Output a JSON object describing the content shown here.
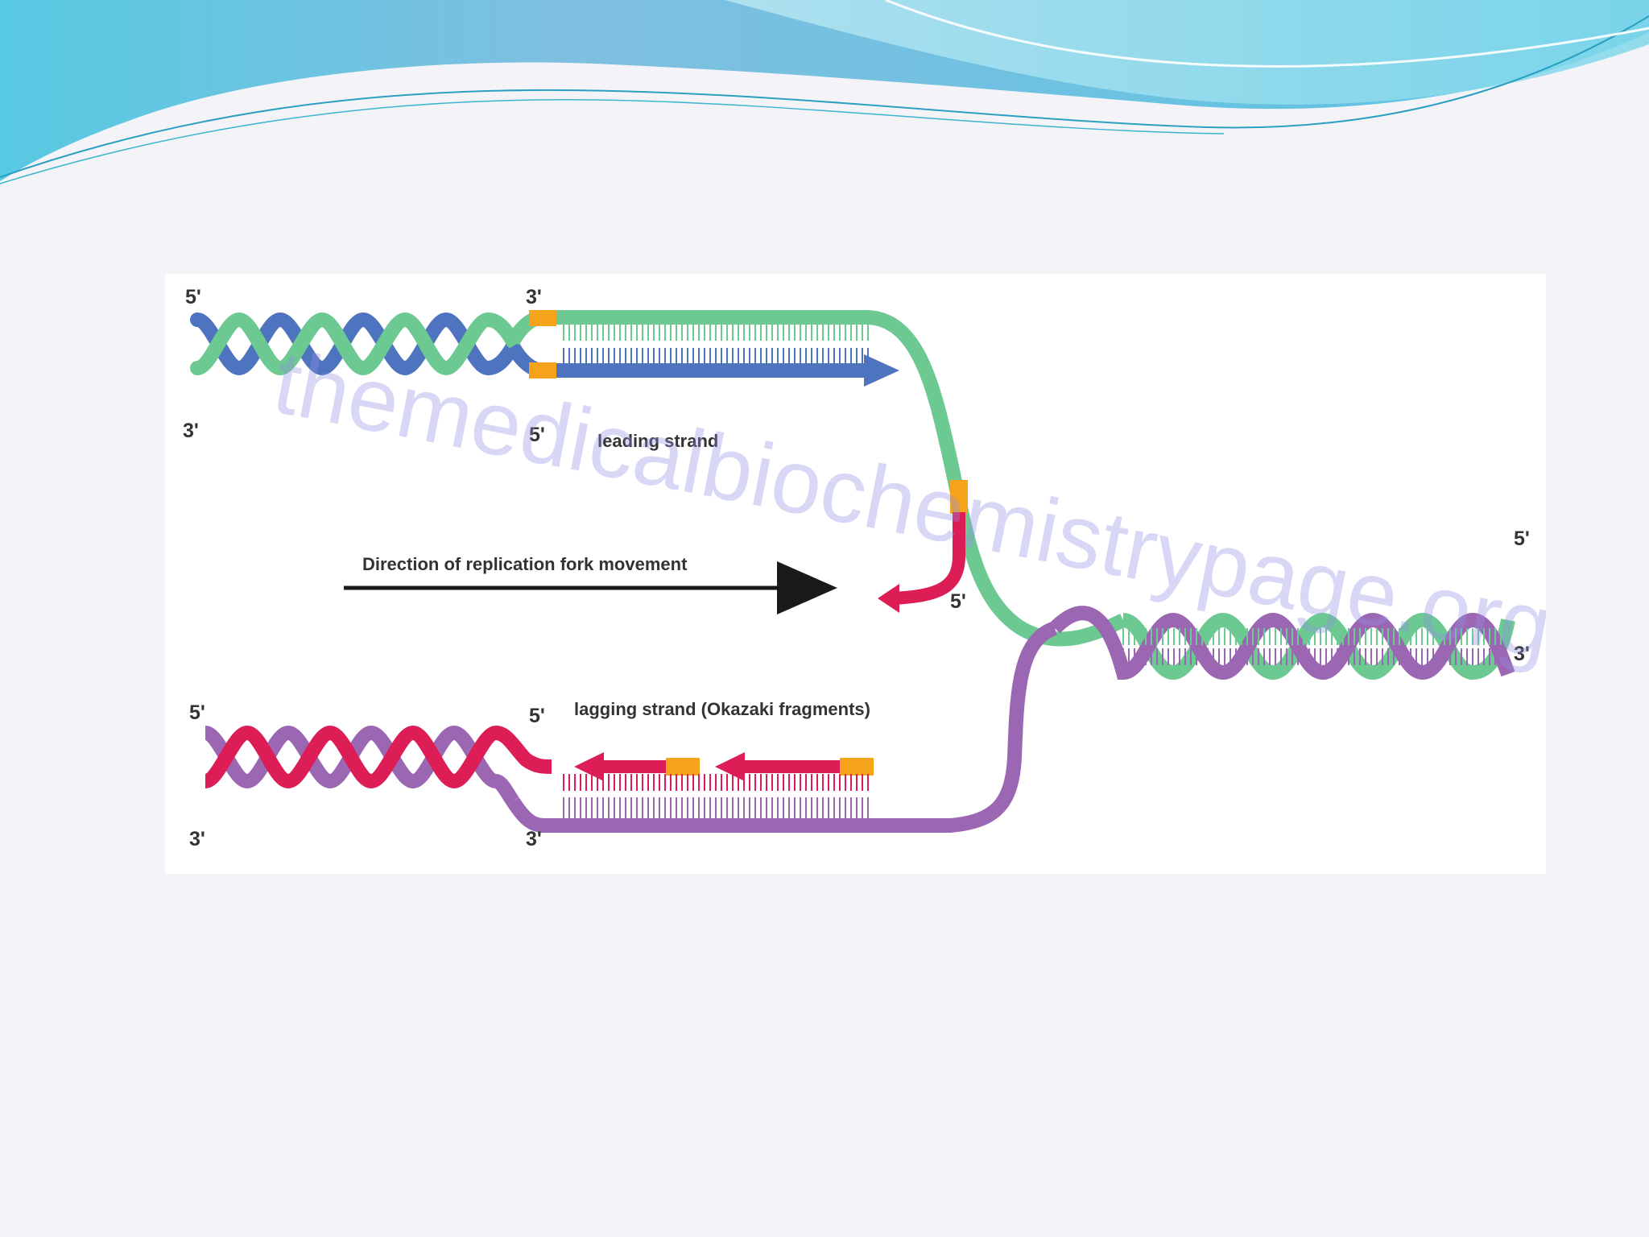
{
  "slide": {
    "background": "#f4f4f8"
  },
  "banner": {
    "colors": [
      "#5fd0e6",
      "#8ed8ea",
      "#3aa9cf",
      "#ffffff"
    ]
  },
  "diagram": {
    "colors": {
      "template_top": "#6cc992",
      "parent_top": "#4f74bf",
      "template_bottom": "#9b67b3",
      "lagging": "#dd1d56",
      "primer": "#f5a31b",
      "arrow": "#1a1a1a"
    },
    "labels": {
      "top_left_5": "5'",
      "top_left_3": "3'",
      "top_fork_3": "3'",
      "top_fork_5": "5'",
      "leading_strand": "leading strand",
      "direction": "Direction of replication fork movement",
      "lagging_primer_5": "5'",
      "lagging_strand": "lagging strand (Okazaki fragments)",
      "lagging_fork_5": "5'",
      "bottom_left_5": "5'",
      "bottom_left_3": "3'",
      "bottom_fork_3": "3'",
      "right_5": "5'",
      "right_3": "3'"
    },
    "watermark": "themedicalbiochemistrypage.org"
  }
}
